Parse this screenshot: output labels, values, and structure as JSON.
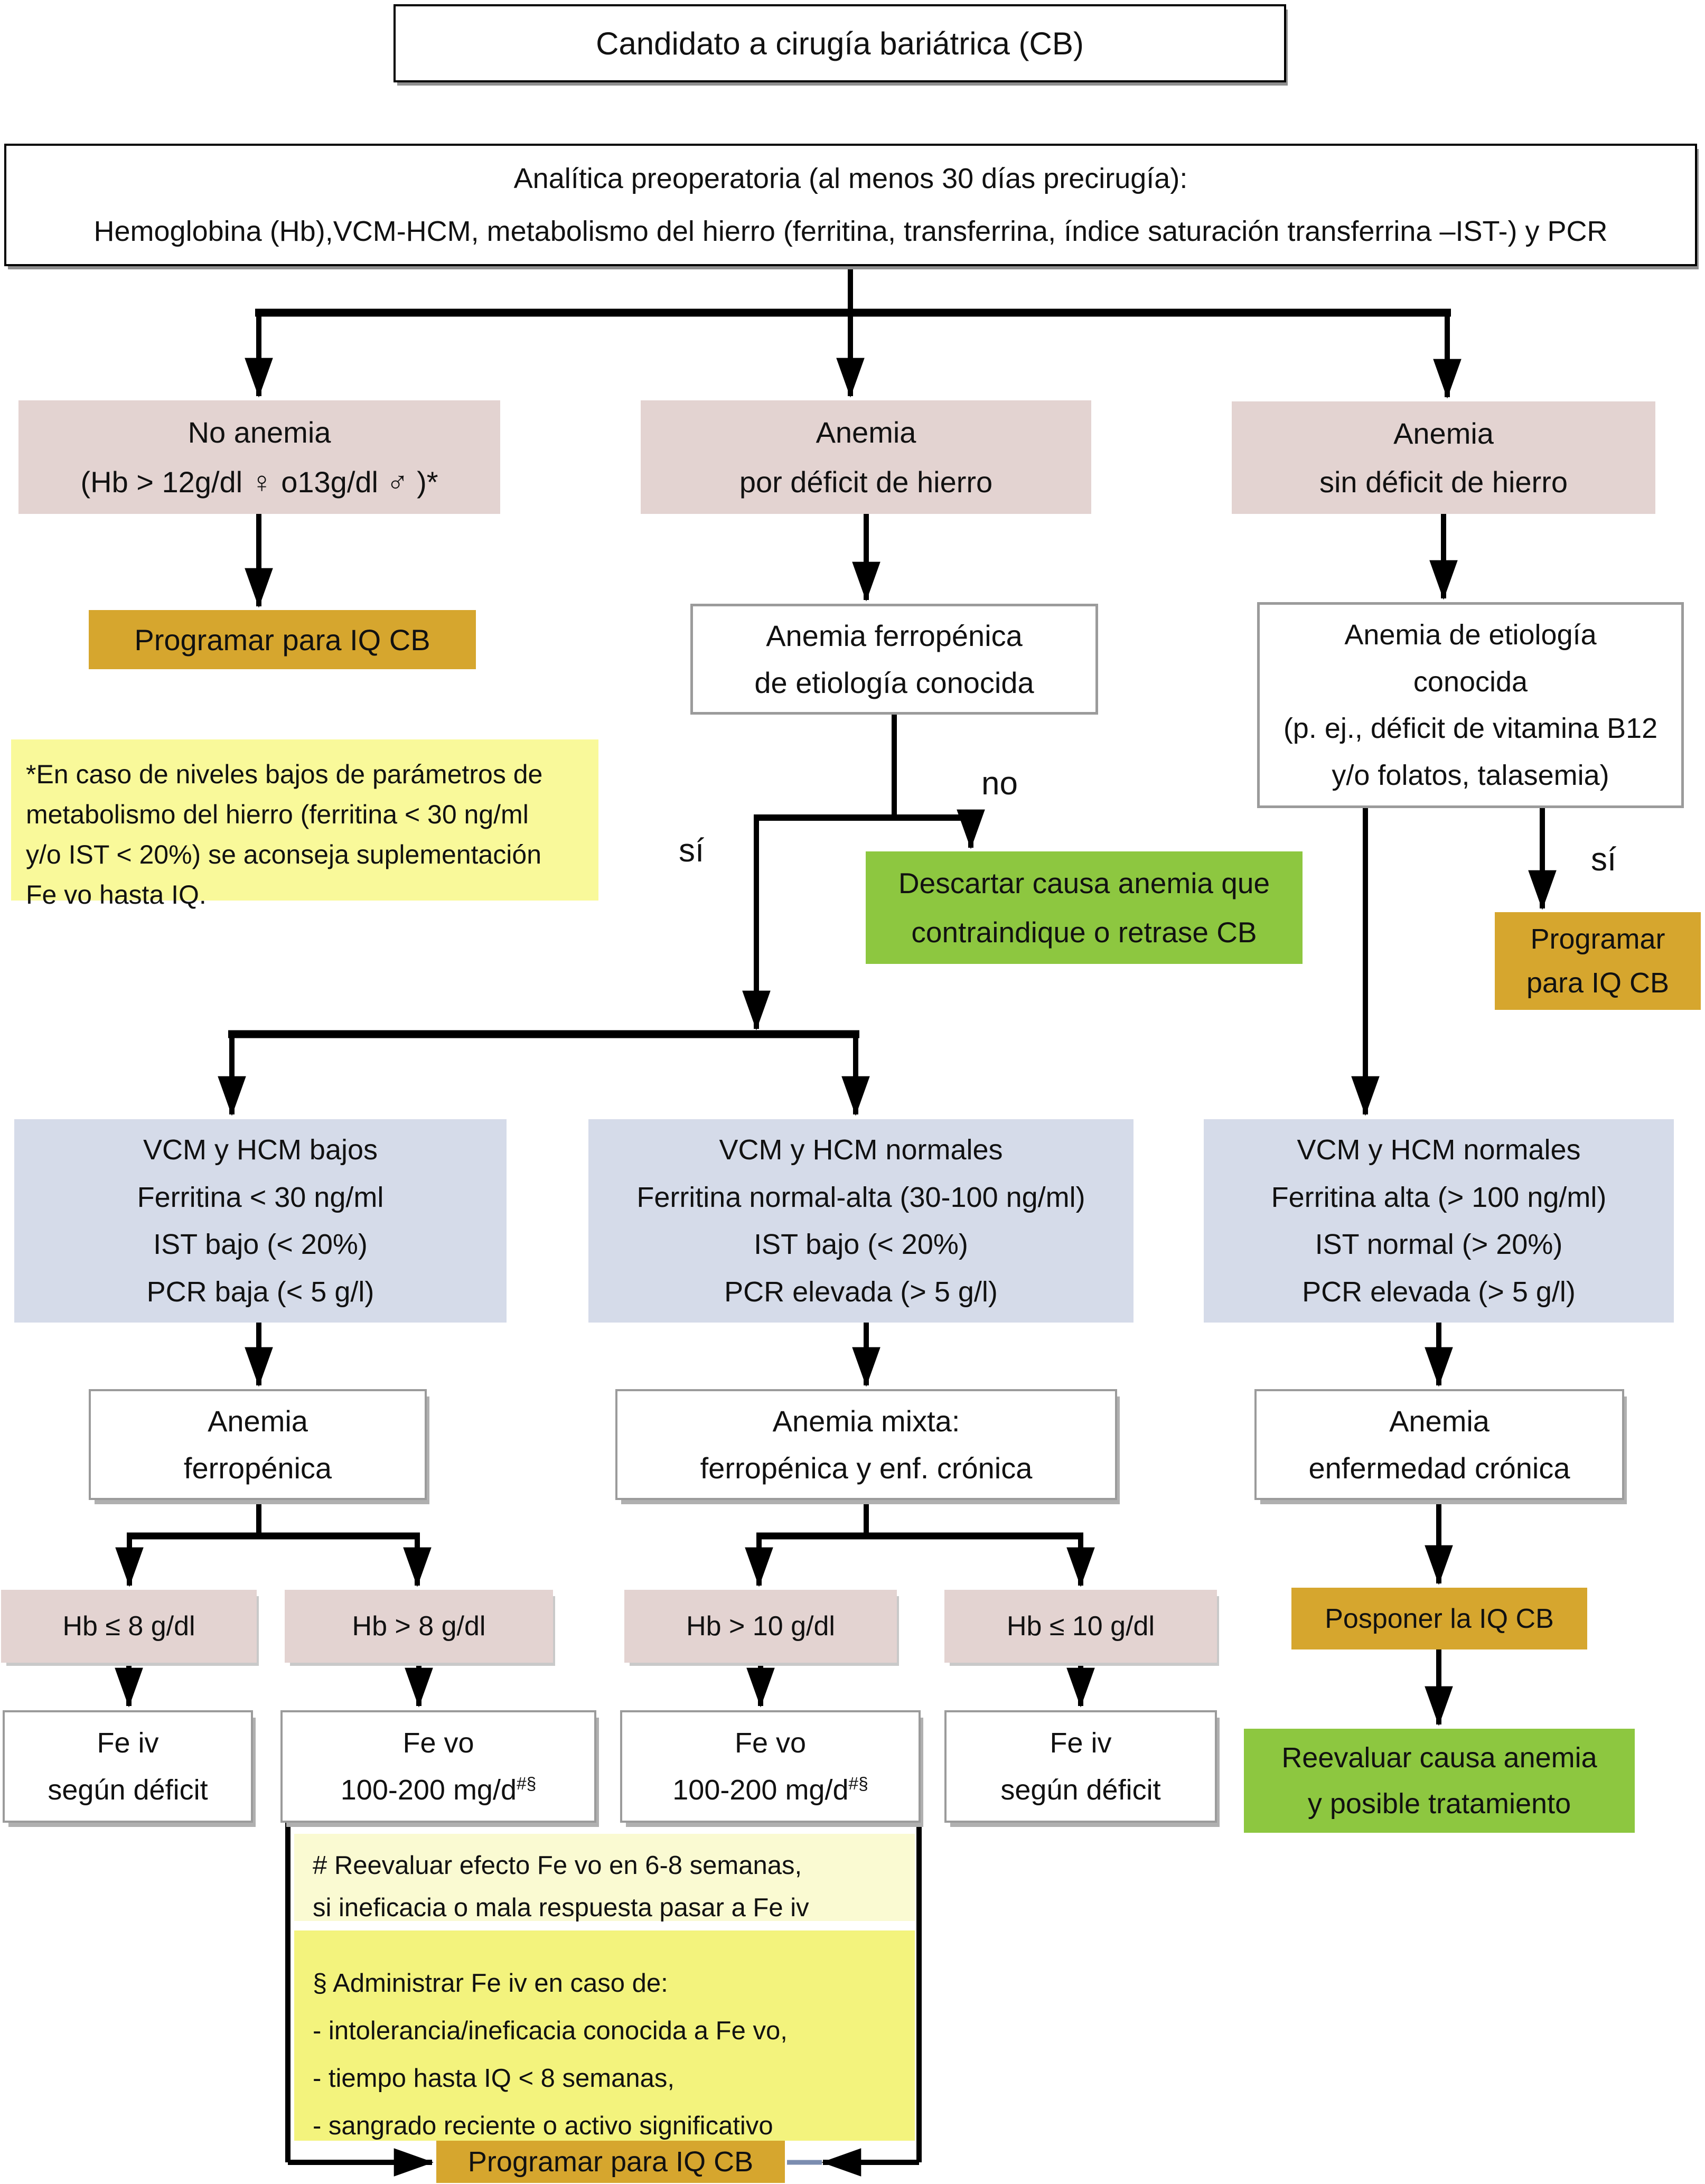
{
  "title": "Candidato a cirugía bariátrica (CB)",
  "analytics": {
    "line1": "Analítica preoperatoria (al menos 30 días precirugía):",
    "line2": "Hemoglobina (Hb),VCM-HCM, metabolismo del hierro (ferritina, transferrina, índice saturación transferrina –IST-) y PCR"
  },
  "branches": {
    "no_anemia": {
      "lines": [
        "No anemia",
        "(Hb > 12g/dl ♀ o13g/dl ♂ )*"
      ]
    },
    "anemia_iron": {
      "lines": [
        "Anemia",
        "por déficit de hierro"
      ]
    },
    "anemia_no_iron": {
      "lines": [
        "Anemia",
        "sin déficit de hierro"
      ]
    }
  },
  "schedule_iq": "Programar para IQ CB",
  "footnote_star": {
    "lines": [
      "*En caso de niveles bajos de parámetros de",
      "metabolismo del hierro (ferritina < 30 ng/ml",
      "y/o IST < 20%) se aconseja suplementación",
      "Fe vo hasta IQ."
    ]
  },
  "ferropenic_known": {
    "lines": [
      "Anemia ferropénica",
      "de etiología conocida"
    ]
  },
  "labels": {
    "yes1": "sí",
    "no1": "no",
    "yes2": "sí"
  },
  "discard_cause": {
    "lines": [
      "Descartar causa anemia que",
      "contraindique o retrase CB"
    ]
  },
  "etiology_known": {
    "lines": [
      "Anemia de etiología",
      "conocida",
      "(p. ej., déficit de vitamina B12",
      "y/o folatos, talasemia)"
    ]
  },
  "schedule_iq_right": {
    "lines": [
      "Programar",
      "para IQ CB"
    ]
  },
  "labs_low": {
    "lines": [
      "VCM y HCM bajos",
      "Ferritina < 30 ng/ml",
      "IST bajo (< 20%)",
      "PCR baja (< 5 g/l)"
    ]
  },
  "labs_mixed": {
    "lines": [
      "VCM y HCM normales",
      "Ferritina normal-alta (30-100 ng/ml)",
      "IST bajo (< 20%)",
      "PCR elevada (> 5 g/l)"
    ]
  },
  "labs_chronic": {
    "lines": [
      "VCM y HCM normales",
      "Ferritina alta (> 100 ng/ml)",
      "IST normal (> 20%)",
      "PCR elevada (> 5 g/l)"
    ]
  },
  "dx_ferropenic": {
    "lines": [
      "Anemia",
      "ferropénica"
    ]
  },
  "dx_mixed": {
    "lines": [
      "Anemia mixta:",
      "ferropénica y enf. crónica"
    ]
  },
  "dx_chronic": {
    "lines": [
      "Anemia",
      "enfermedad crónica"
    ]
  },
  "hb": {
    "le8": "Hb ≤ 8 g/dl",
    "gt8": "Hb > 8 g/dl",
    "gt10": "Hb > 10 g/dl",
    "le10": "Hb ≤ 10 g/dl"
  },
  "postpone": "Posponer la IQ CB",
  "fe_iv": {
    "lines": [
      "Fe iv",
      "según déficit"
    ]
  },
  "fe_vo": {
    "line1": "Fe vo",
    "dose": "100-200 mg/d",
    "sup": "#§"
  },
  "reevaluate": {
    "lines": [
      "Reevaluar causa anemia",
      "y posible tratamiento"
    ]
  },
  "footnote_hash": {
    "lines": [
      "# Reevaluar efecto Fe vo en 6-8 semanas,",
      "si ineficacia o mala respuesta pasar a Fe iv"
    ]
  },
  "footnote_section": {
    "lines": [
      "§ Administrar Fe iv en caso de:",
      "- intolerancia/ineficacia conocida a Fe vo,",
      "- tiempo hasta IQ < 8 semanas,",
      "- sangrado reciente o activo significativo"
    ]
  },
  "schedule_iq_bottom": "Programar para IQ CB",
  "colors": {
    "branch_fill": "#e3d3d1",
    "labs_fill": "#d5dbe9",
    "action_fill": "#d6a62e",
    "ok_fill": "#8dc740",
    "note_fill": "#f9f99a",
    "note_fill_light": "#fafad2",
    "note_fill_strong": "#f3f37d",
    "line": "#000000"
  }
}
